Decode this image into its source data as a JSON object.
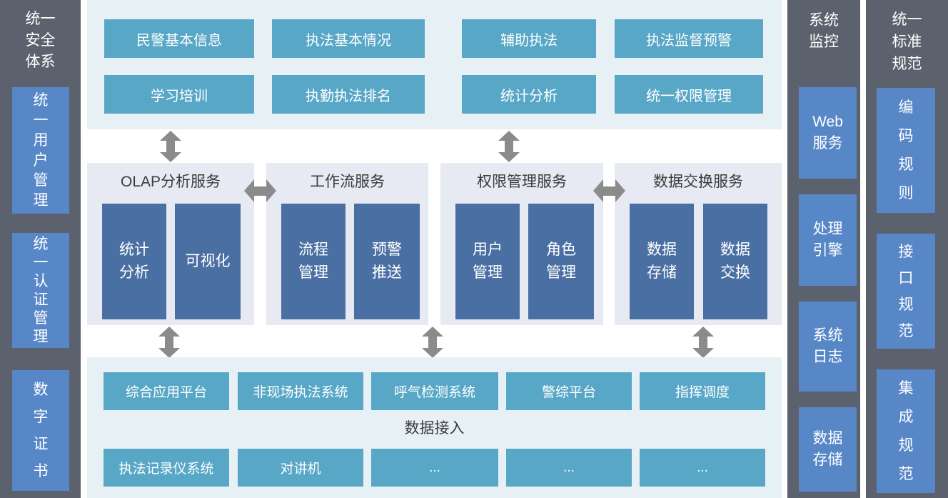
{
  "left_sidebar": {
    "title": "统一\n安全\n体系",
    "items": [
      "统\n一\n用\n户\n管\n理",
      "统\n一\n认\n证\n管\n理",
      "数\n字\n证\n书"
    ]
  },
  "app_layer": {
    "boxes": [
      "民警基本信息",
      "执法基本情况",
      "辅助执法",
      "执法监督预警",
      "学习培训",
      "执勤执法排名",
      "统计分析",
      "统一权限管理"
    ]
  },
  "service_layer": {
    "panels": [
      {
        "title": "OLAP分析服务",
        "modules": [
          "统计\n分析",
          "可视化"
        ]
      },
      {
        "title": "工作流服务",
        "modules": [
          "流程\n管理",
          "预警\n推送"
        ]
      },
      {
        "title": "权限管理服务",
        "modules": [
          "用户\n管理",
          "角色\n管理"
        ]
      },
      {
        "title": "数据交换服务",
        "modules": [
          "数据\n存储",
          "数据\n交换"
        ]
      }
    ]
  },
  "access_layer": {
    "label": "数据接入",
    "systems_top": [
      "综合应用平台",
      "非现场执法系统",
      "呼气检测系统",
      "警综平台",
      "指挥调度"
    ],
    "systems_bottom": [
      "执法记录仪系统",
      "对讲机",
      "...",
      "...",
      "..."
    ]
  },
  "monitor_sidebar": {
    "title": "系统\n监控",
    "items": [
      "Web\n服务",
      "处理\n引擎",
      "系统\n日志",
      "数据\n存储"
    ]
  },
  "standard_sidebar": {
    "title": "统一\n标准\n规范",
    "items": [
      "编\n码\n规\n则",
      "接\n口\n规\n范",
      "集\n成\n规\n范"
    ]
  },
  "colors": {
    "sidebar_bg": "#5b626e",
    "sidebar_box_blue": "#5887c8",
    "layer_bg_cyan": "#e7f1f5",
    "app_box_teal": "#58a7c6",
    "panel_bg_lavender": "#e7eaf2",
    "module_box_blue": "#4a70a3",
    "arrow_gray": "#8b8b8b",
    "title_text": "#3c3c3c"
  }
}
